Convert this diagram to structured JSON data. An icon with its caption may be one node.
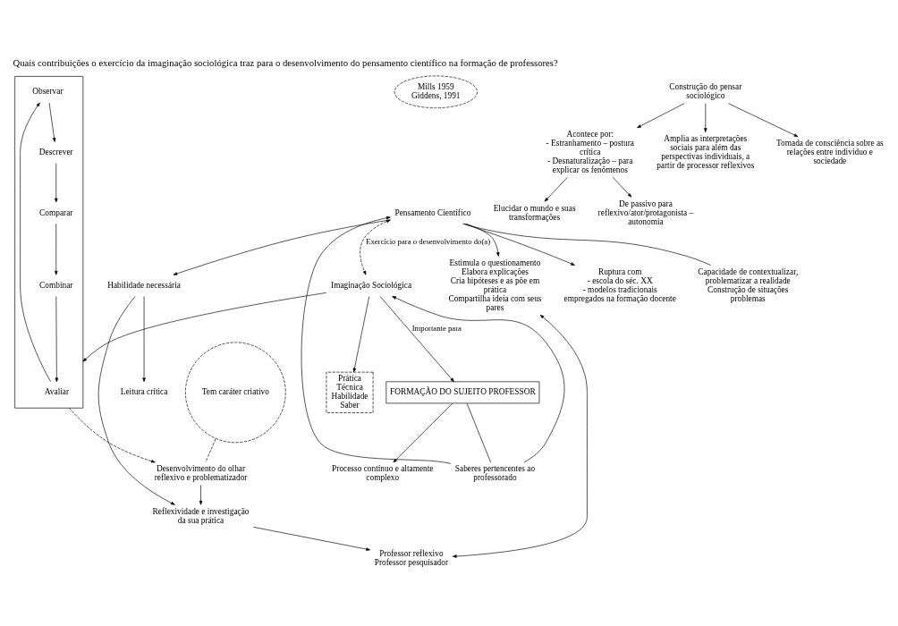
{
  "diagram": {
    "title": "Quais contribuições o exercício da imaginação sociológica traz para o desenvolvimento do pensamento científico na formação de professores?",
    "nodes": [
      {
        "text": [],
        "shape": "box"
      },
      {
        "text": [
          "Observar"
        ],
        "in": 0
      },
      {
        "text": [
          "Descrever"
        ],
        "in": 0
      },
      {
        "text": [
          "Comparar"
        ],
        "in": 0
      },
      {
        "text": [
          "Combinar"
        ],
        "in": 0
      },
      {
        "text": [
          "Avaliar"
        ],
        "in": 0
      },
      {
        "text": [
          "FORMAÇÃO DO SUJEITO PROFESSOR"
        ]
      },
      {
        "text": [
          "Processo contínuo e altamente complexo"
        ]
      },
      {
        "text": [
          "Tem caráter criativo"
        ]
      },
      {
        "text": [
          "Prática",
          "Técnica",
          "Habilidade",
          "Saber"
        ]
      },
      {
        "text": [
          "Saberes pertencentes ao professorado"
        ]
      },
      {
        "text": [
          "Mills 1959",
          "Giddens, 1991"
        ]
      },
      {
        "text": [
          "Imaginação Sociológica"
        ]
      },
      {
        "text": [
          "Pensamento Científico"
        ]
      },
      {
        "text": [
          "Ruptura com",
          "- escola do séc. XX",
          "- modelos tradicionais empregados na formação docente"
        ]
      },
      {
        "text": [
          "Desenvolvimento do olhar reflexivo e problematizador"
        ]
      },
      {
        "text": [
          "Construção do pensar sociológico"
        ]
      },
      {
        "text": [
          "Amplia as interpretações sociais para além das perspectivas individuais, a partir de processor reflexivos"
        ]
      },
      {
        "text": [
          "Tomada de consciência sobre as relações entre indivíduo e sociedade"
        ]
      },
      {
        "text": [
          "Acontece por:",
          "- Estranhamento – postura crítica",
          "- Desnaturalização – para explicar os fenômenos"
        ]
      },
      {
        "text": [
          "Elucidar o mundo e suas transformações"
        ]
      },
      {
        "text": [
          "De passivo para reflexivo/ator/protagonista – autonomia"
        ]
      },
      {
        "text": [
          "Capacidade de contextualizar, problematizar a realidade",
          "Construção de situações problemas"
        ]
      },
      {
        "text": [
          "Habilidade necessária"
        ]
      },
      {
        "text": [
          "Leitura crítica"
        ]
      },
      {
        "text": [
          "Reflexividade e investigação da sua prática"
        ]
      },
      {
        "text": [
          "Professor reflexivo",
          "Professor pesquisador"
        ]
      },
      {
        "text": [
          "Estimula o questionamento",
          "Elabora explicações",
          "Cria hipóteses e as põe em prática",
          "Compartilha ideia com seus pares"
        ]
      }
    ],
    "edges": [
      {
        "from": 1,
        "to": 2,
        "arrow": "to"
      },
      {
        "from": 2,
        "to": 3,
        "arrow": "to"
      },
      {
        "from": 3,
        "to": 4,
        "arrow": "to"
      },
      {
        "from": 4,
        "to": 5,
        "arrow": "to"
      },
      {
        "from": 5,
        "to": 1,
        "arrow": "to"
      },
      {
        "from": 12,
        "to": 0,
        "arrow": "to"
      },
      {
        "from": 12,
        "to": 9,
        "arrow": "to"
      },
      {
        "from": 12,
        "to": 6,
        "arrow": "to",
        "label": "Importante para"
      },
      {
        "from": 6,
        "to": 7,
        "arrow": "to"
      },
      {
        "from": 6,
        "to": 10,
        "arrow": "none"
      },
      {
        "from": 10,
        "to": 12,
        "arrow": "to"
      },
      {
        "from": 10,
        "to": 13,
        "arrow": "to"
      },
      {
        "from": 13,
        "to": 12,
        "arrow": "both",
        "style": "dashed",
        "label": "Exercício para o desenvolvimento do(a)"
      },
      {
        "from": 13,
        "to": 14,
        "arrow": "to"
      },
      {
        "from": 0,
        "to": 15,
        "arrow": "to",
        "style": "dashed"
      },
      {
        "from": 8,
        "to": 15,
        "arrow": "none",
        "style": "dashed"
      },
      {
        "from": 15,
        "to": 25,
        "arrow": "to"
      },
      {
        "from": 13,
        "to": 27,
        "arrow": "to"
      },
      {
        "from": 13,
        "to": 23,
        "arrow": "to"
      },
      {
        "from": 13,
        "to": 22,
        "arrow": "none"
      },
      {
        "from": 23,
        "to": 25,
        "arrow": "to"
      },
      {
        "from": 23,
        "to": 24,
        "arrow": "to"
      },
      {
        "from": 25,
        "to": 26,
        "arrow": "to"
      },
      {
        "from": 27,
        "to": 26,
        "arrow": "both"
      },
      {
        "from": 16,
        "to": 17,
        "arrow": "to"
      },
      {
        "from": 16,
        "to": 18,
        "arrow": "to"
      },
      {
        "from": 16,
        "to": 19,
        "arrow": "to"
      },
      {
        "from": 19,
        "to": 20,
        "arrow": "to"
      },
      {
        "from": 19,
        "to": 21,
        "arrow": "to"
      }
    ]
  }
}
